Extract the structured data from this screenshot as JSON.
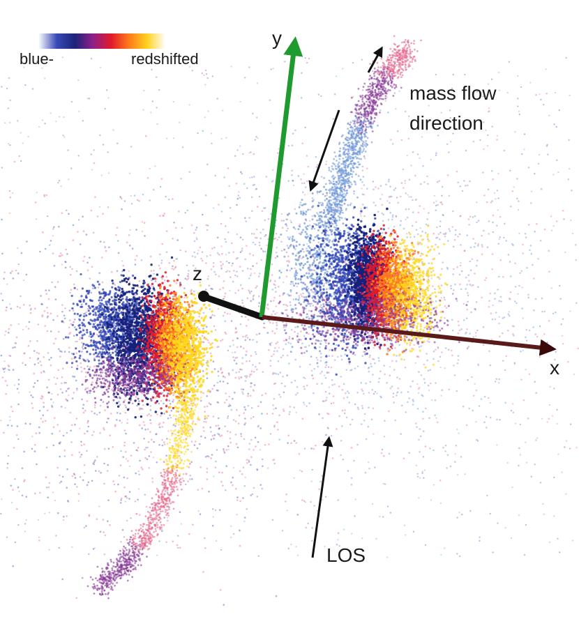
{
  "colorbar": {
    "left_label": "blue-",
    "right_label": "redshifted",
    "gradient_colors": [
      "#ffffff",
      "#3a4bb8",
      "#1c237a",
      "#8e1f8a",
      "#e01a2a",
      "#ff7a1a",
      "#ffd21f",
      "#ffffff"
    ]
  },
  "axes": {
    "x_label": "x",
    "y_label": "y",
    "z_label": "z",
    "x_color": "#5a1a1a",
    "y_color": "#1f9a2e",
    "z_color": "#111111"
  },
  "annotations": {
    "mass_flow_line1": "mass flow",
    "mass_flow_line2": "direction",
    "los_label": "LOS"
  },
  "palette": {
    "blue": "#2f45b5",
    "deep_blue": "#16207a",
    "light_blue": "#6f97d8",
    "purple": "#8a3a9a",
    "red": "#e31a2a",
    "orange": "#ff7f1f",
    "yellow": "#ffd81f",
    "pink": "#e66a8e"
  }
}
